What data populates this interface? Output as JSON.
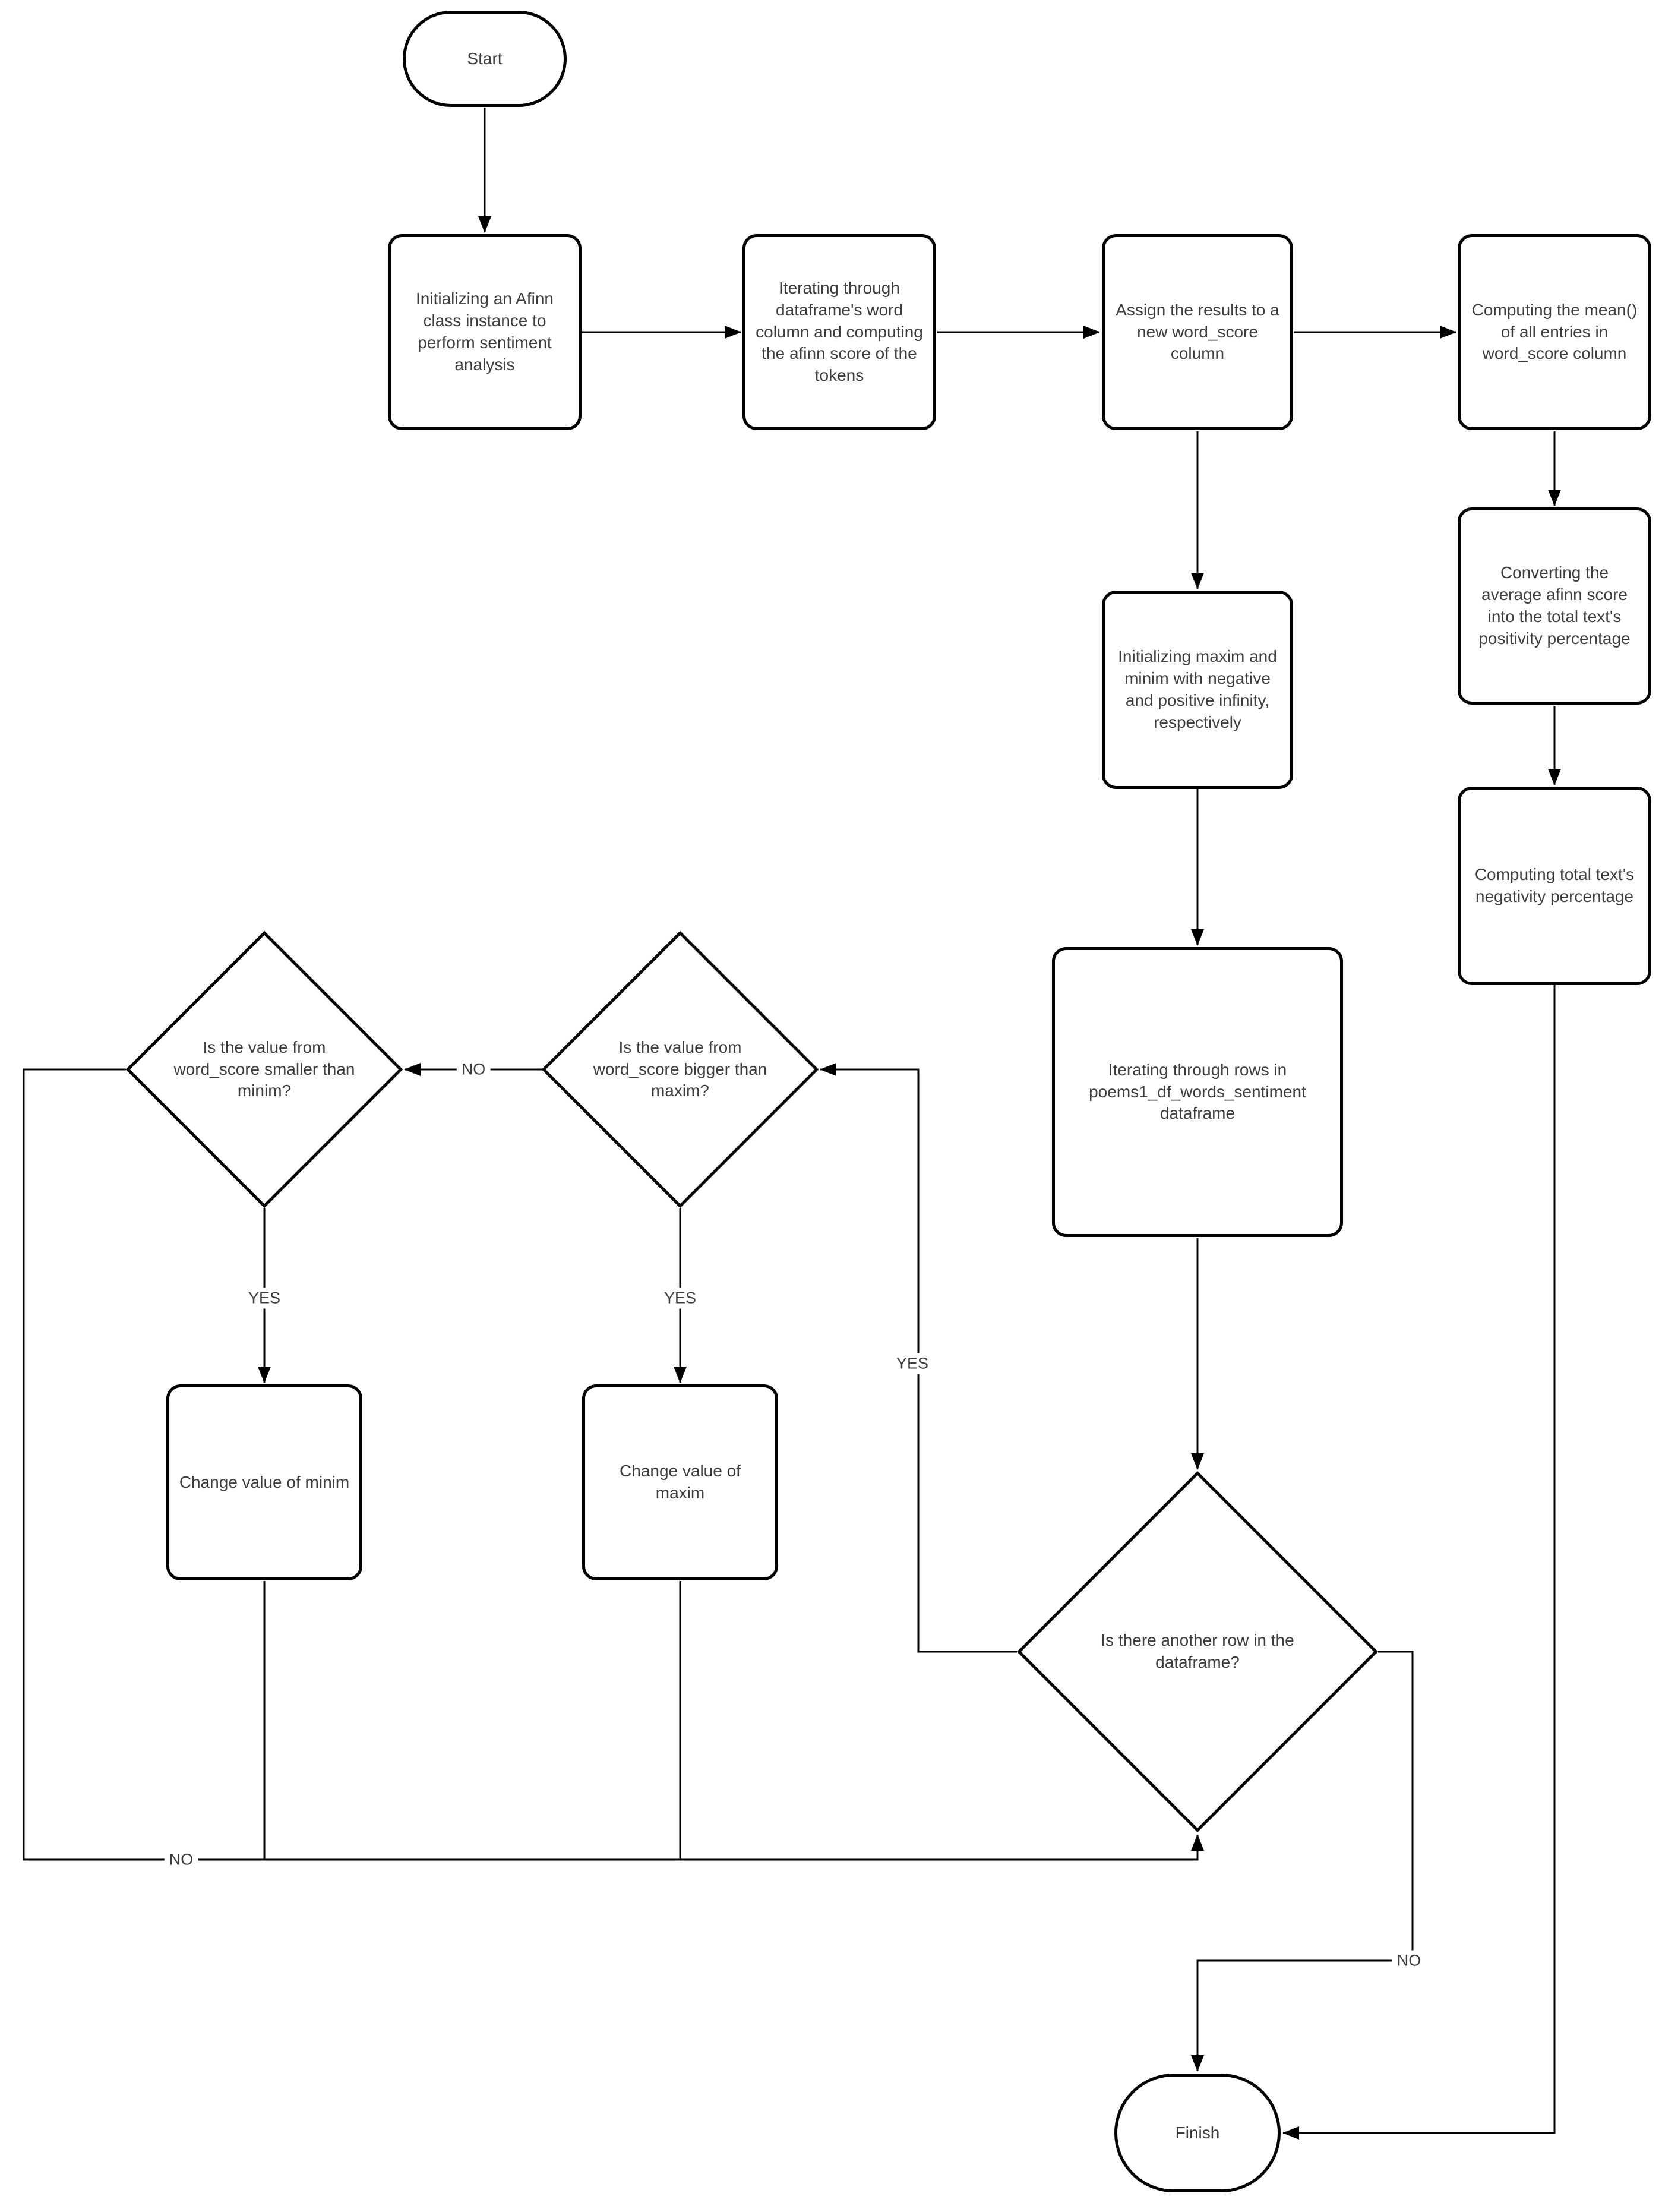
{
  "diagram": {
    "type": "flowchart",
    "background_color": "#ffffff",
    "line_color": "#000000",
    "text_color": "#3d3d3d",
    "nodes": {
      "start": "Start",
      "init_afinn": "Initializing an Afinn class instance to perform sentiment analysis",
      "iterate_word_column": "Iterating through dataframe's word column and computing the afinn score of the tokens",
      "assign_results": "Assign the results to a new word_score column",
      "compute_mean": "Computing the mean() of all entries in word_score column",
      "convert_positivity": "Converting the average afinn score into the total text's positivity percentage",
      "compute_negativity": "Computing total text's negativity percentage",
      "init_maxim_minim": "Initializing maxim and minim with negative and positive infinity, respectively",
      "iterate_rows": "Iterating through rows in poems1_df_words_sentiment dataframe",
      "smaller_check": "Is the value from word_score smaller than minim?",
      "bigger_check": "Is the value from word_score bigger than maxim?",
      "another_row_check": "Is there another row in the dataframe?",
      "change_minim": "Change value of minim",
      "change_maxim": "Change value of maxim",
      "finish": "Finish"
    },
    "edge_labels": {
      "no_to_smaller_check": "NO",
      "yes_change_minim": "YES",
      "yes_change_maxim": "YES",
      "yes_loop_to_bigger_check": "YES",
      "no_next_row_loop": "NO",
      "no_to_finish": "NO"
    }
  }
}
